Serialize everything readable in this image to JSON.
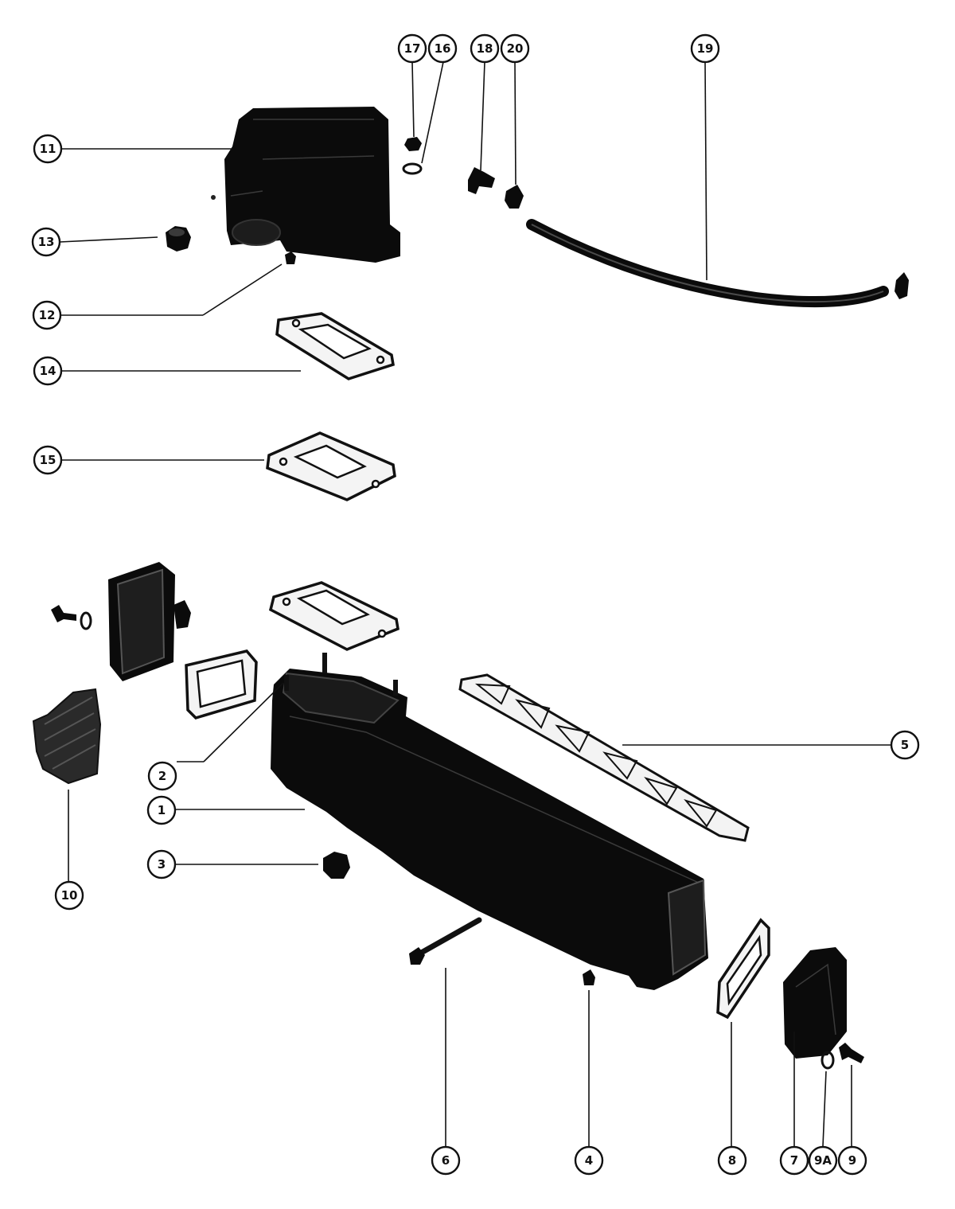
{
  "callouts": [
    {
      "id": "1",
      "label": "1"
    },
    {
      "id": "2",
      "label": "2"
    },
    {
      "id": "3",
      "label": "3"
    },
    {
      "id": "4",
      "label": "4"
    },
    {
      "id": "5",
      "label": "5"
    },
    {
      "id": "6",
      "label": "6"
    },
    {
      "id": "7",
      "label": "7"
    },
    {
      "id": "8",
      "label": "8"
    },
    {
      "id": "9",
      "label": "9"
    },
    {
      "id": "9A",
      "label": "9A"
    },
    {
      "id": "10",
      "label": "10"
    },
    {
      "id": "11",
      "label": "11"
    },
    {
      "id": "12",
      "label": "12"
    },
    {
      "id": "13",
      "label": "13"
    },
    {
      "id": "14",
      "label": "14"
    },
    {
      "id": "15",
      "label": "15"
    },
    {
      "id": "16",
      "label": "16"
    },
    {
      "id": "17",
      "label": "17"
    },
    {
      "id": "18",
      "label": "18"
    },
    {
      "id": "19",
      "label": "19"
    },
    {
      "id": "20",
      "label": "20"
    }
  ]
}
